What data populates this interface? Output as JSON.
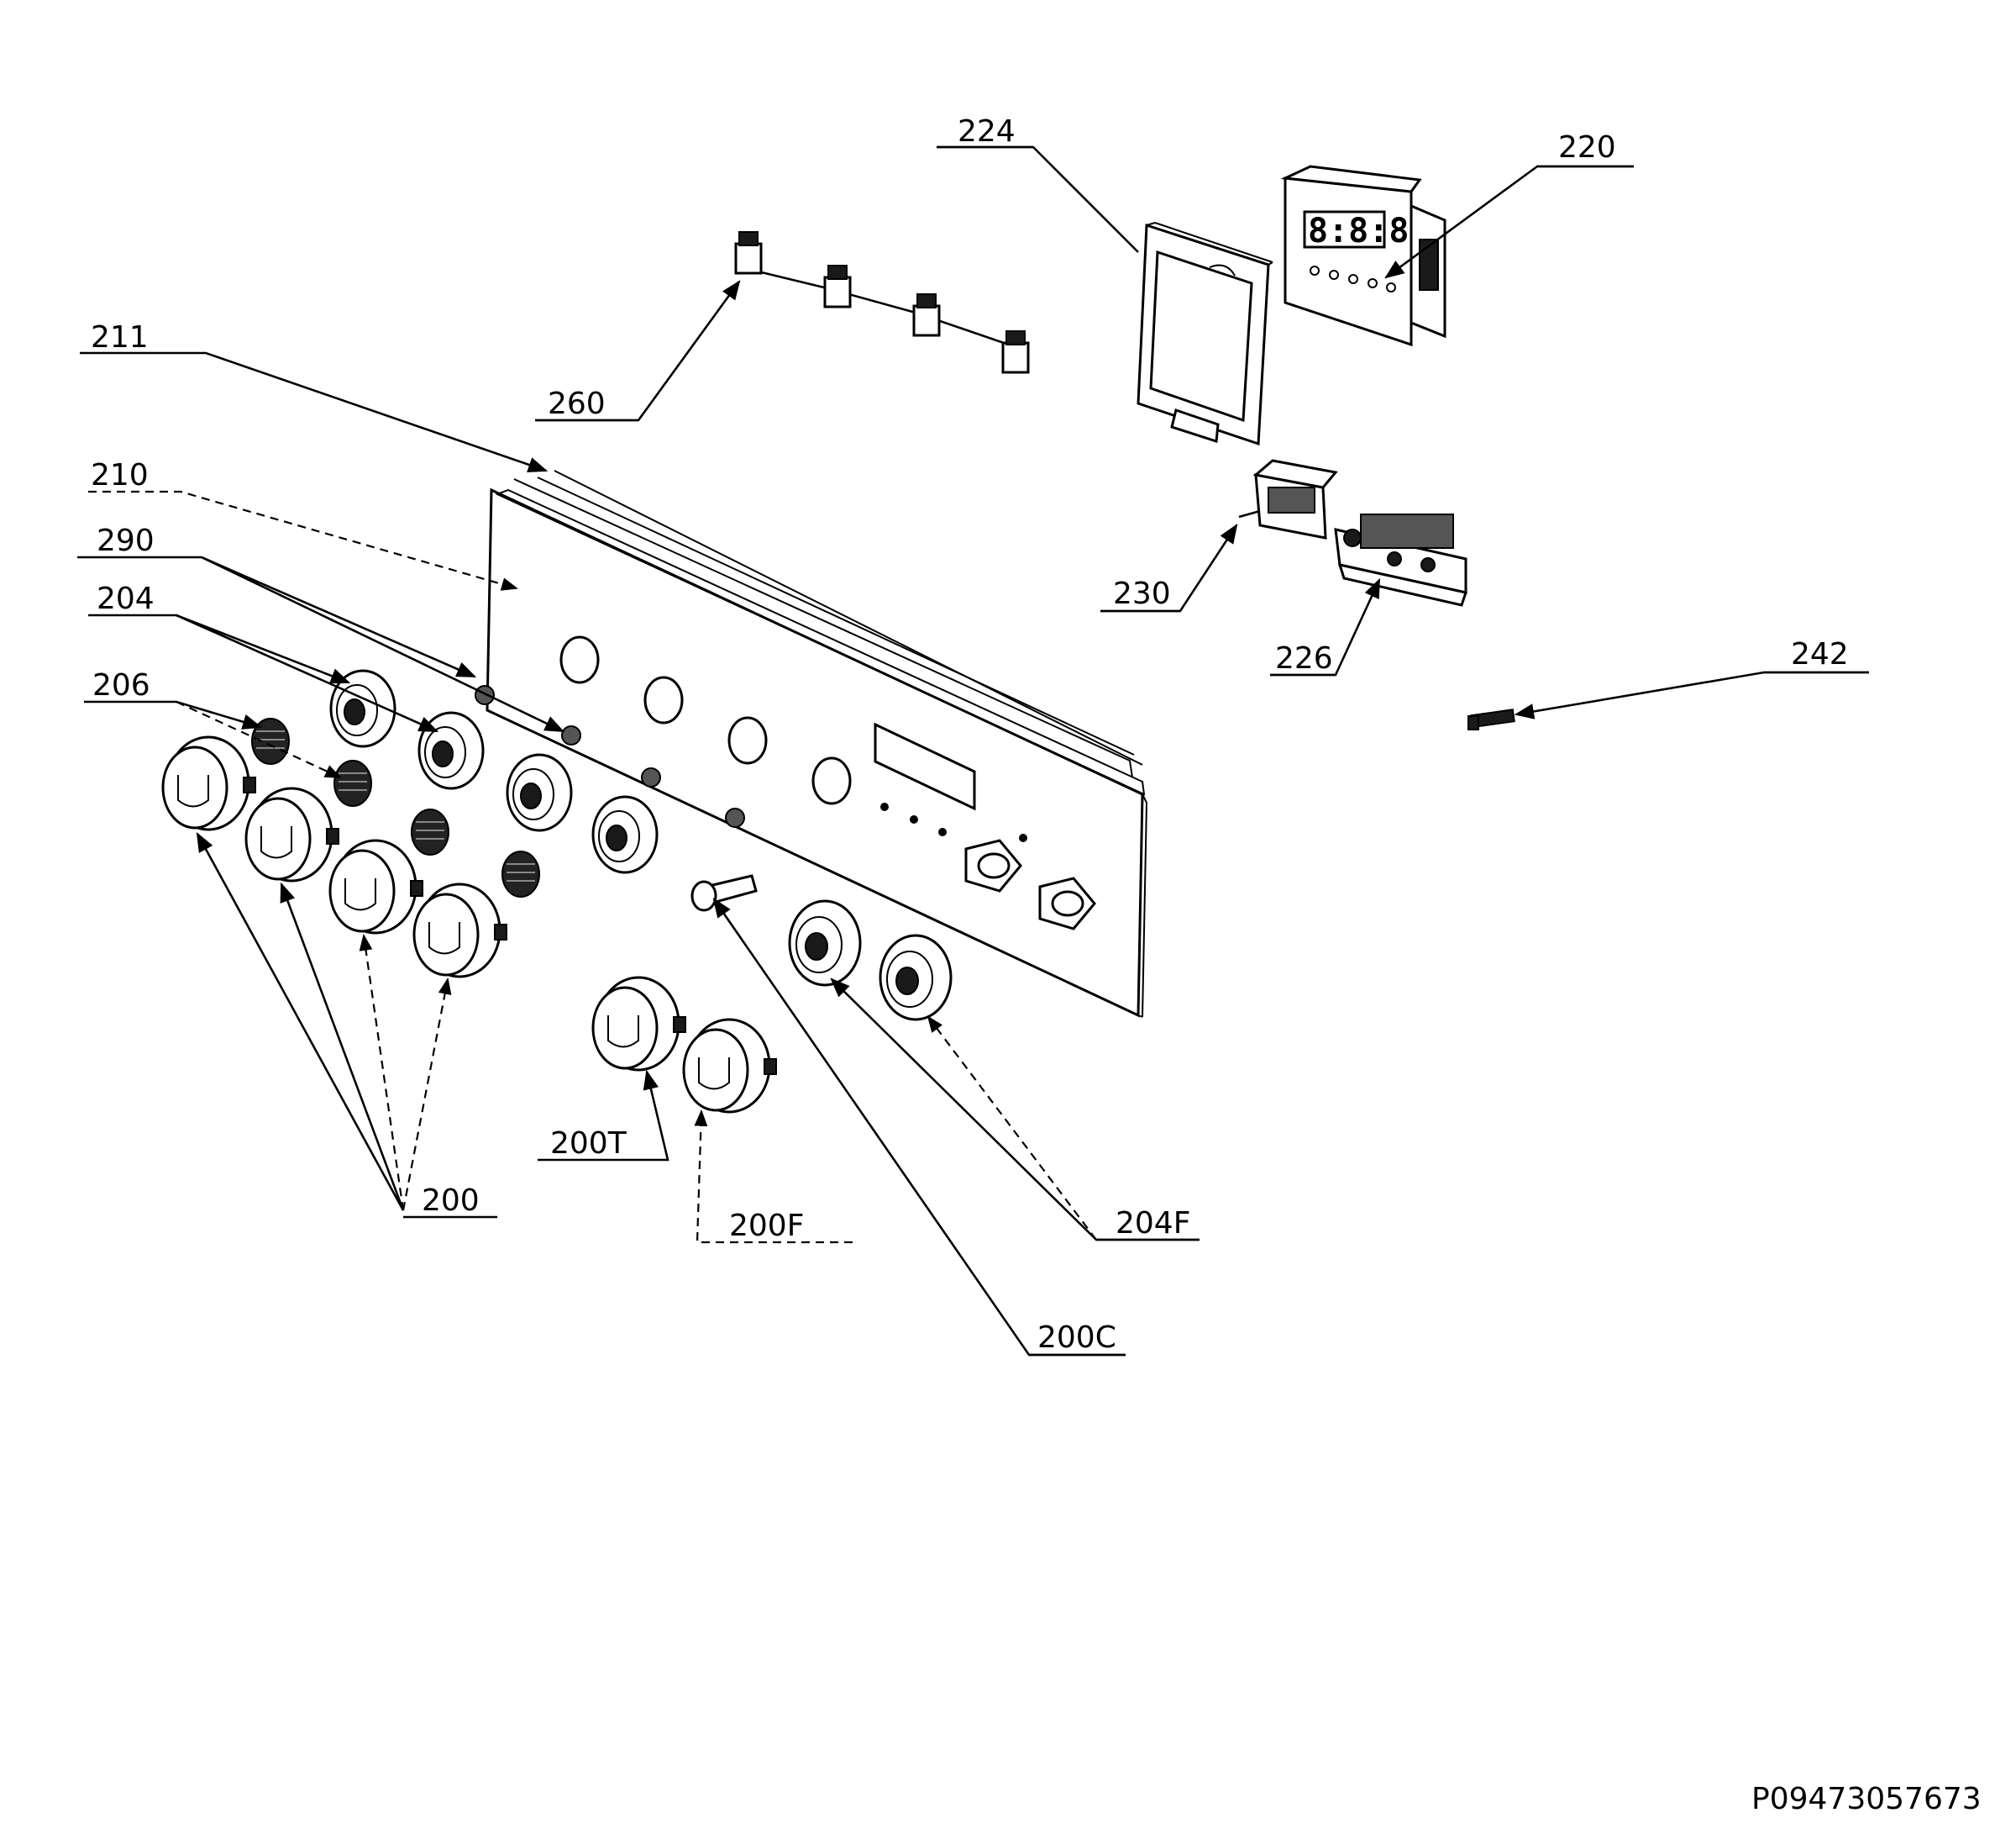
{
  "diagram": {
    "labels": {
      "l224": "224",
      "l220": "220",
      "l211": "211",
      "l260": "260",
      "l210": "210",
      "l290": "290",
      "l204": "204",
      "l230": "230",
      "l206": "206",
      "l226": "226",
      "l242": "242",
      "l200T": "200T",
      "l200": "200",
      "l200F": "200F",
      "l204F": "204F",
      "l200C": "200C"
    },
    "drawing_code": "P09473057673"
  }
}
